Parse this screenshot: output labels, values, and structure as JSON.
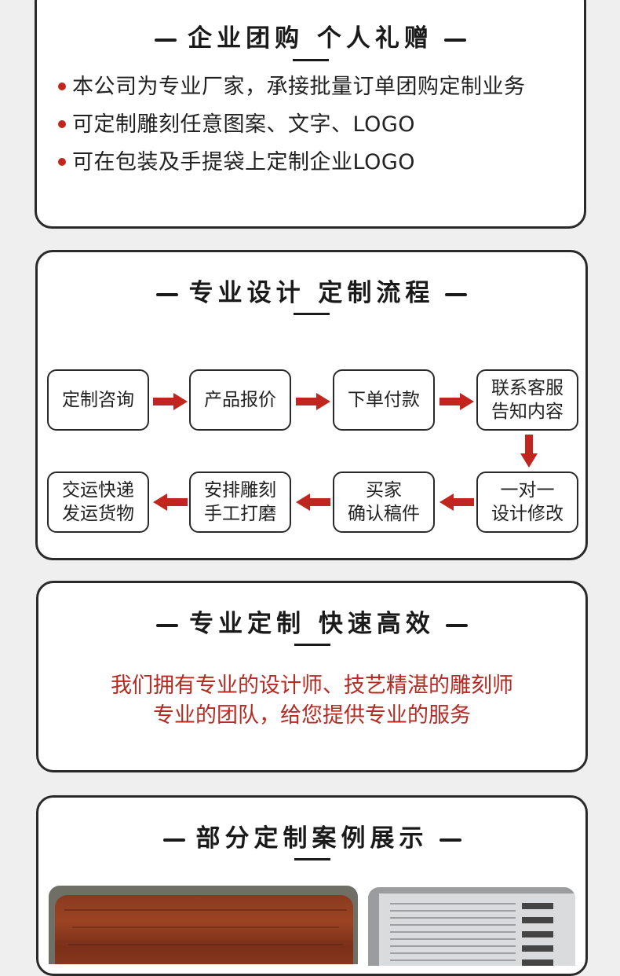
{
  "section1": {
    "title": "企业团购 个人礼赠",
    "bullets": [
      "本公司为专业厂家，承接批量订单团购定制业务",
      "可定制雕刻任意图案、文字、LOGO",
      "可在包装及手提袋上定制企业LOGO"
    ]
  },
  "section2": {
    "title": "专业设计 定制流程",
    "steps": [
      {
        "line1": "定制咨询",
        "line2": ""
      },
      {
        "line1": "产品报价",
        "line2": ""
      },
      {
        "line1": "下单付款",
        "line2": ""
      },
      {
        "line1": "联系客服",
        "line2": "告知内容"
      },
      {
        "line1": "一对一",
        "line2": "设计修改"
      },
      {
        "line1": "买家",
        "line2": "确认稿件"
      },
      {
        "line1": "安排雕刻",
        "line2": "手工打磨"
      },
      {
        "line1": "交运快递",
        "line2": "发运货物"
      }
    ]
  },
  "section3": {
    "title": "专业定制 快速高效",
    "lines": [
      "我们拥有专业的设计师、技艺精湛的雕刻师",
      "专业的团队，给您提供专业的服务"
    ]
  },
  "section4": {
    "title": "部分定制案例展示"
  },
  "colors": {
    "accent": "#c0251e",
    "border": "#2a2a2a",
    "page_bg": "#efefef"
  }
}
